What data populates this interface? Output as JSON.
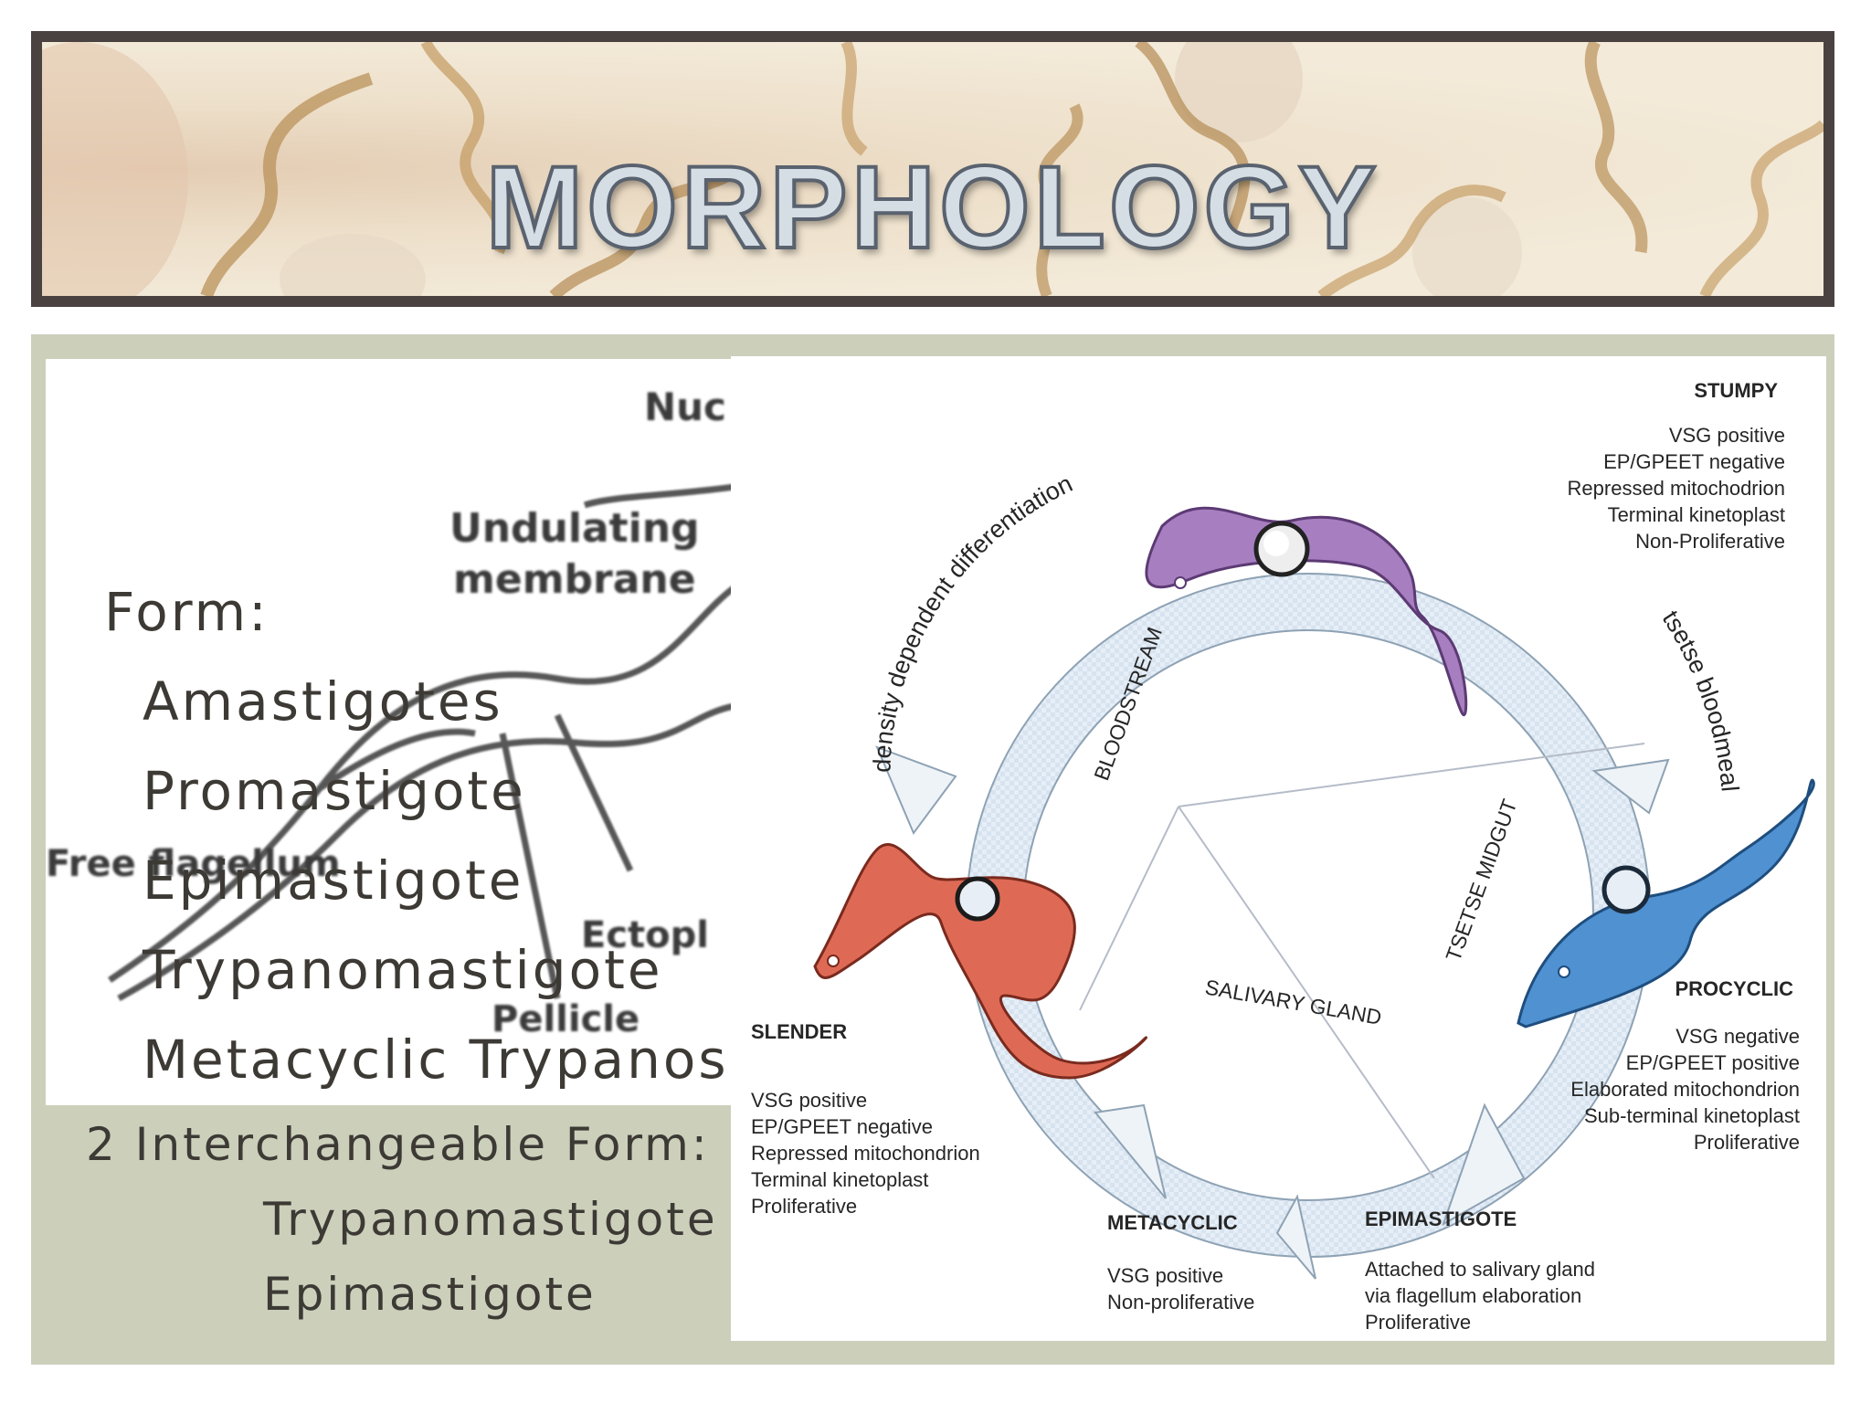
{
  "slide": {
    "title": "MORPHOLOGY",
    "colors": {
      "banner_border": "#4a4240",
      "content_bg": "#ccd0bb",
      "text": "#3d3a35"
    }
  },
  "left_text": {
    "heading": "Form:",
    "forms": [
      "Amastigotes",
      "Promastigote",
      "Epimastigote",
      "Trypanomastigote",
      "Metacyclic Trypanosome"
    ],
    "interchangeable_heading": "2 Interchangeable Form:",
    "interchangeable": [
      "Trypanomastigote",
      "Epimastigote"
    ]
  },
  "left_image": {
    "labels": [
      "Nuc",
      "Undulating",
      "membrane",
      "Free flagellum",
      "Ectopl",
      "Pellicle"
    ]
  },
  "diagram": {
    "arc_labels": {
      "density": "density dependent differentiation",
      "tsetse_bloodmeal": "tsetse bloodmeal"
    },
    "regions": {
      "bloodstream": "BLOODSTREAM",
      "tsetse_midgut": "TSETSE MIDGUT",
      "salivary_gland": "SALIVARY GLAND"
    },
    "stages": {
      "stumpy": {
        "name": "STUMPY",
        "lines": [
          "VSG positive",
          "EP/GPEET negative",
          "Repressed mitochodrion",
          "Terminal kinetoplast",
          "Non-Proliferative"
        ]
      },
      "procyclic": {
        "name": "PROCYCLIC",
        "lines": [
          "VSG negative",
          "EP/GPEET positive",
          "Elaborated mitochondrion",
          "Sub-terminal kinetoplast",
          "Proliferative"
        ]
      },
      "slender": {
        "name": "SLENDER",
        "lines": [
          "VSG positive",
          "EP/GPEET negative",
          "Repressed mitochondrion",
          "Terminal kinetoplast",
          "Proliferative"
        ]
      },
      "metacyclic": {
        "name": "METACYCLIC",
        "lines": [
          "VSG positive",
          "Non-proliferative"
        ]
      },
      "epimastigote": {
        "name": "EPIMASTIGOTE",
        "lines": [
          "Attached to salivary gland",
          "via flagellum elaboration",
          "Proliferative"
        ]
      }
    }
  }
}
